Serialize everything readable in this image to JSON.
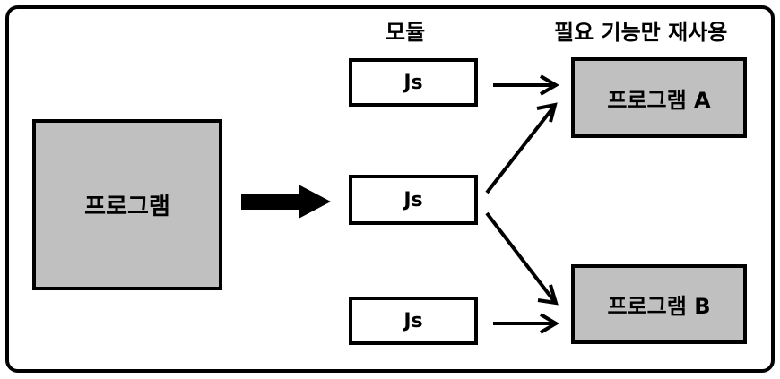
{
  "headings": {
    "module": "모듈",
    "reuse": "필요 기능만 재사용"
  },
  "source_program": {
    "label": "프로그램"
  },
  "modules": [
    {
      "label": "Js"
    },
    {
      "label": "Js"
    },
    {
      "label": "Js"
    }
  ],
  "targets": [
    {
      "label": "프로그램 A"
    },
    {
      "label": "프로그램 B"
    }
  ],
  "colors": {
    "box_fill_gray": "#c0c0c0",
    "box_fill_white": "#ffffff",
    "stroke": "#000000"
  }
}
